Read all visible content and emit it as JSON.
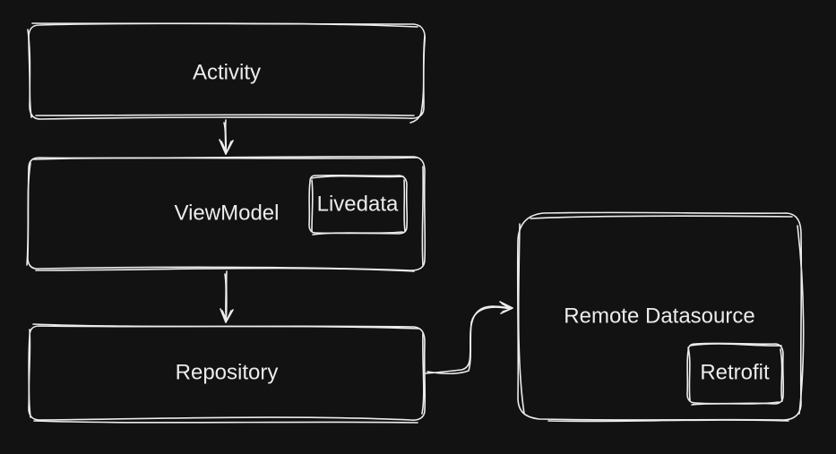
{
  "colors": {
    "background": "#121212",
    "stroke": "#ececec",
    "text": "#ececec"
  },
  "nodes": {
    "activity": {
      "label": "Activity"
    },
    "viewmodel": {
      "label": "ViewModel"
    },
    "livedata": {
      "label": "Livedata"
    },
    "repository": {
      "label": "Repository"
    },
    "remote_datasource": {
      "label": "Remote Datasource"
    },
    "retrofit": {
      "label": "Retrofit"
    }
  },
  "edges": [
    {
      "from": "activity",
      "to": "viewmodel"
    },
    {
      "from": "viewmodel",
      "to": "repository"
    },
    {
      "from": "repository",
      "to": "remote_datasource"
    }
  ]
}
